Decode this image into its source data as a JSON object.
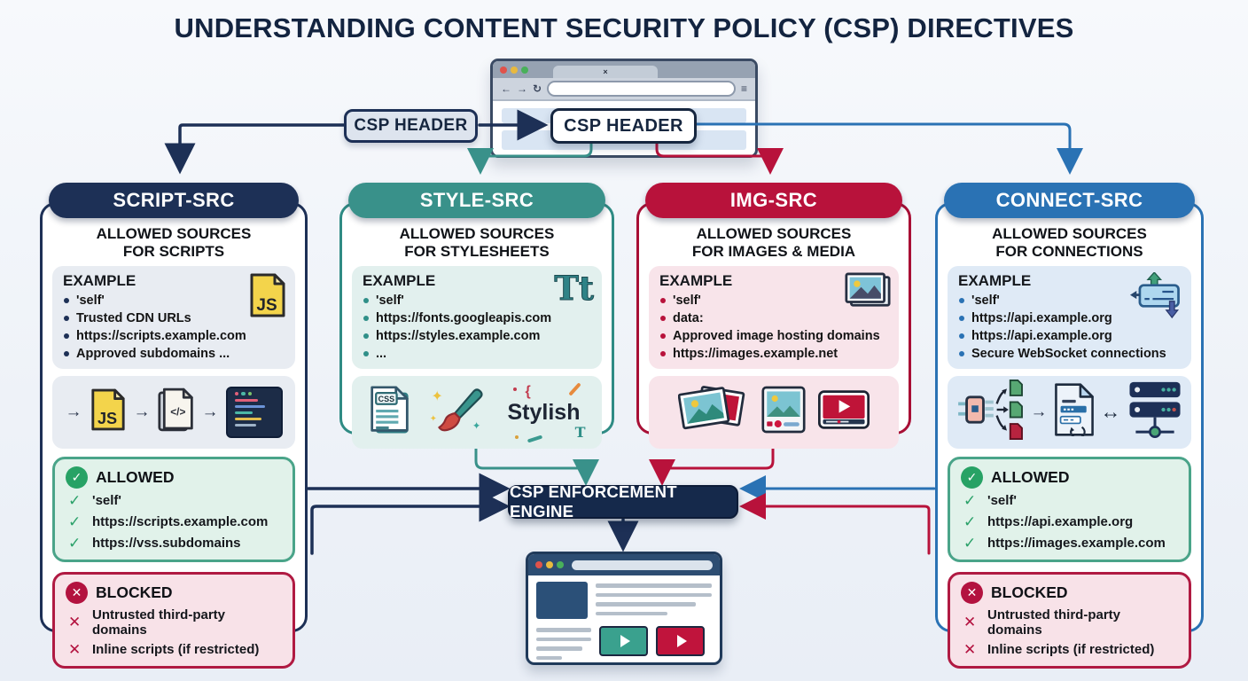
{
  "title": "UNDERSTANDING CONTENT SECURITY POLICY (CSP) DIRECTIVES",
  "header_flow": {
    "label": "CSP HEADER",
    "browser_label": "CSP HEADER"
  },
  "engine": {
    "label": "CSP ENFORCEMENT ENGINE"
  },
  "colors": {
    "navy": "#1d3056",
    "teal": "#39918a",
    "crimson": "#b8123b",
    "blue": "#2a72b4",
    "green": "#27a265",
    "engine": "#15294b"
  },
  "columns": {
    "script": {
      "title": "SCRIPT-SRC",
      "subtitle": [
        "ALLOWED SOURCES",
        "FOR SCRIPTS"
      ],
      "example": {
        "title": "EXAMPLE",
        "items": [
          "'self'",
          "Trusted CDN URLs",
          "https://scripts.example.com",
          "Approved subdomains ..."
        ],
        "js_label": "JS",
        "code_label": "</>"
      },
      "allowed": {
        "title": "ALLOWED",
        "items": [
          "'self'",
          "https://scripts.example.com",
          "https://vss.subdomains"
        ]
      },
      "blocked": {
        "title": "BLOCKED",
        "items": [
          "Untrusted third-party domains",
          "Inline scripts (if restricted)"
        ]
      }
    },
    "style": {
      "title": "STYLE-SRC",
      "subtitle": [
        "ALLOWED SOURCES",
        "FOR STYLESHEETS"
      ],
      "example": {
        "title": "EXAMPLE",
        "items": [
          "'self'",
          "https://fonts.googleapis.com",
          "https://styles.example.com",
          "..."
        ],
        "tt_label": "Tt",
        "css_label": "CSS",
        "stylish_word": "Stylish",
        "stylish_brace": "{",
        "stylish_t": "T"
      }
    },
    "img": {
      "title": "IMG-SRC",
      "subtitle": [
        "ALLOWED SOURCES",
        "FOR IMAGES & MEDIA"
      ],
      "example": {
        "title": "EXAMPLE",
        "items": [
          "'self'",
          "data:",
          "Approved image hosting domains",
          "https://images.example.net"
        ]
      }
    },
    "connect": {
      "title": "CONNECT-SRC",
      "subtitle": [
        "ALLOWED SOURCES",
        "FOR CONNECTIONS"
      ],
      "example": {
        "title": "EXAMPLE",
        "items": [
          "'self'",
          "https://api.example.org",
          "https://api.example.org",
          "Secure WebSocket connections"
        ]
      },
      "allowed": {
        "title": "ALLOWED",
        "items": [
          "'self'",
          "https://api.example.org",
          "https://images.example.com"
        ]
      },
      "blocked": {
        "title": "BLOCKED",
        "items": [
          "Untrusted third-party domains",
          "Inline scripts (if restricted)"
        ]
      }
    }
  }
}
